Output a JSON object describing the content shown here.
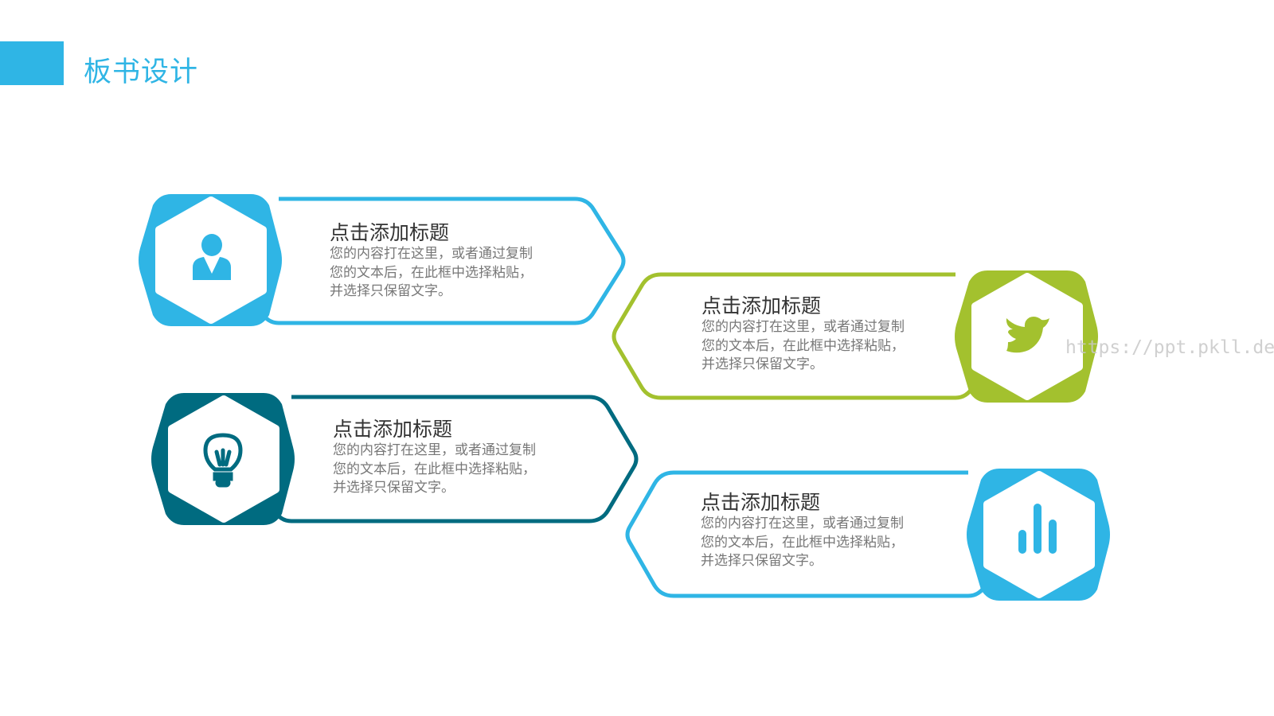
{
  "header": {
    "title": "板书设计"
  },
  "colors": {
    "blue": "#2fb5e5",
    "green": "#a3c12e",
    "teal": "#006b80"
  },
  "items": [
    {
      "title": "点击添加标题",
      "lines": [
        "您的内容打在这里，或者通过复制",
        "您的文本后，在此框中选择粘贴，",
        "并选择只保留文字。"
      ],
      "icon": "person-icon"
    },
    {
      "title": "点击添加标题",
      "lines": [
        "您的内容打在这里，或者通过复制",
        "您的文本后，在此框中选择粘贴，",
        "并选择只保留文字。"
      ],
      "icon": "twitter-bird-icon"
    },
    {
      "title": "点击添加标题",
      "lines": [
        "您的内容打在这里，或者通过复制",
        "您的文本后，在此框中选择粘贴，",
        "并选择只保留文字。"
      ],
      "icon": "lightbulb-icon"
    },
    {
      "title": "点击添加标题",
      "lines": [
        "您的内容打在这里，或者通过复制",
        "您的文本后，在此框中选择粘贴，",
        "并选择只保留文字。"
      ],
      "icon": "bar-chart-icon"
    }
  ],
  "watermark": "https://ppt.pkll.de"
}
